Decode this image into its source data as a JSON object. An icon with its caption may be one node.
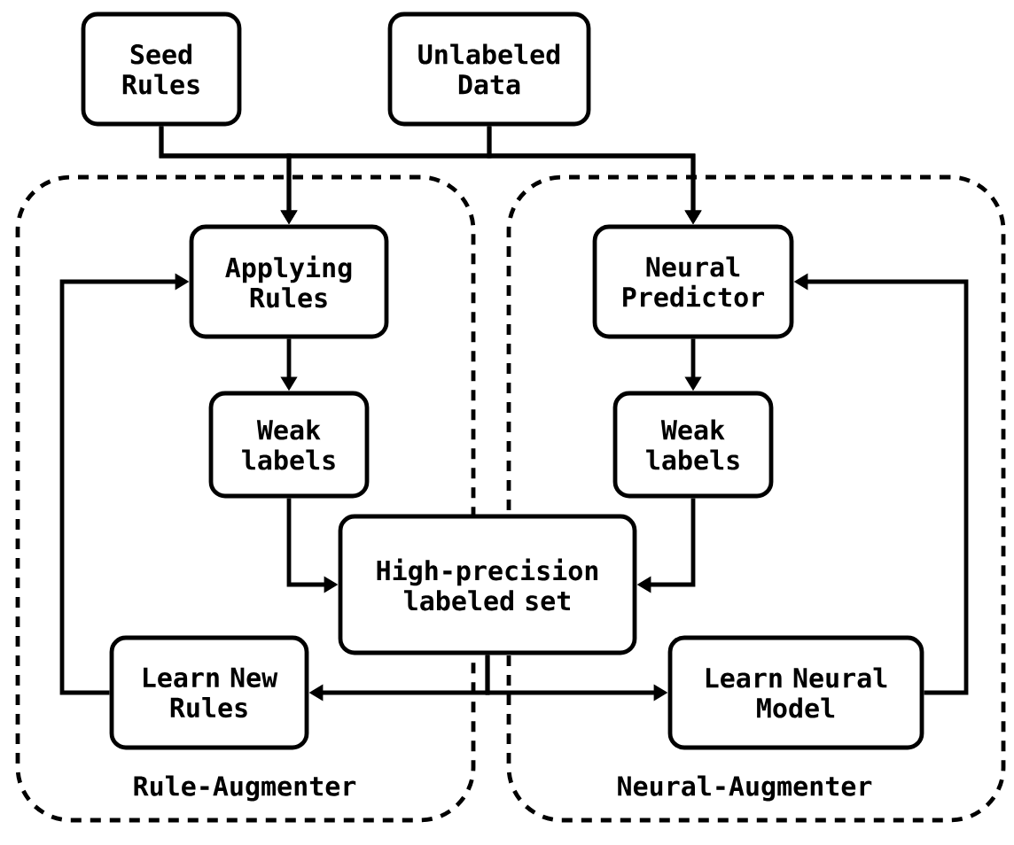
{
  "diagram": {
    "nodes": [
      {
        "text": [
          "Seed Rules"
        ]
      },
      {
        "text": [
          "Unlabeled Data"
        ]
      },
      {
        "text": [
          "Rule-Augmenter"
        ]
      },
      {
        "text": [
          "Applying Rules"
        ],
        "in": 2
      },
      {
        "text": [
          "Weak labels"
        ],
        "in": 2
      },
      {
        "text": [
          "Learn New Rules"
        ],
        "in": 2
      },
      {
        "text": [
          "Neural-Augmenter"
        ]
      },
      {
        "text": [
          "Neural Predictor"
        ],
        "in": 6
      },
      {
        "text": [
          "Weak labels"
        ],
        "in": 6
      },
      {
        "text": [
          "Learn Neural Model"
        ],
        "in": 6
      },
      {
        "text": [
          "High-precision labeled set"
        ]
      }
    ],
    "edges": [
      {
        "from": 0,
        "to": 3,
        "arrow": "to"
      },
      {
        "from": 0,
        "to": 7,
        "arrow": "to"
      },
      {
        "from": 1,
        "to": 3,
        "arrow": "to"
      },
      {
        "from": 1,
        "to": 7,
        "arrow": "to"
      },
      {
        "from": 3,
        "to": 4,
        "arrow": "to"
      },
      {
        "from": 4,
        "to": 10,
        "arrow": "to"
      },
      {
        "from": 7,
        "to": 8,
        "arrow": "to"
      },
      {
        "from": 8,
        "to": 10,
        "arrow": "to"
      },
      {
        "from": 10,
        "to": 5,
        "arrow": "to"
      },
      {
        "from": 10,
        "to": 9,
        "arrow": "to"
      },
      {
        "from": 5,
        "to": 3,
        "arrow": "to"
      },
      {
        "from": 9,
        "to": 7,
        "arrow": "to"
      }
    ]
  }
}
